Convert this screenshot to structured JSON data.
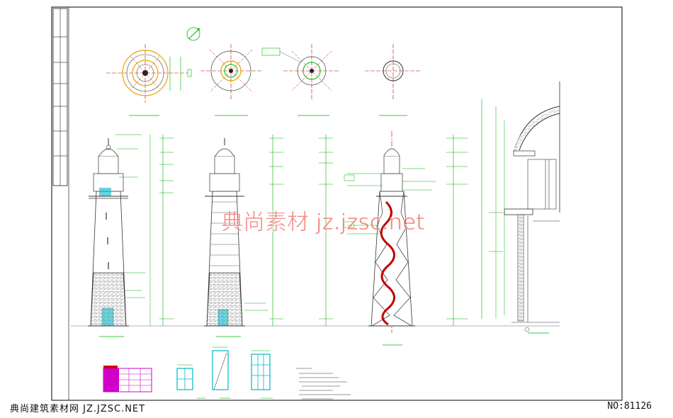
{
  "drawing": {
    "watermark": "典尚素材 jz.jzsc.net",
    "footer_left": "典尚建筑素材网 JZ.JZSC.NET",
    "footer_right": "NO:81126"
  },
  "colors": {
    "frame": "#000000",
    "dimension": "#00b400",
    "axis": "#d00000",
    "cyan": "#00b8c8",
    "magenta": "#d000c8",
    "orange": "#e8a000",
    "watermark": "#e8342a"
  }
}
